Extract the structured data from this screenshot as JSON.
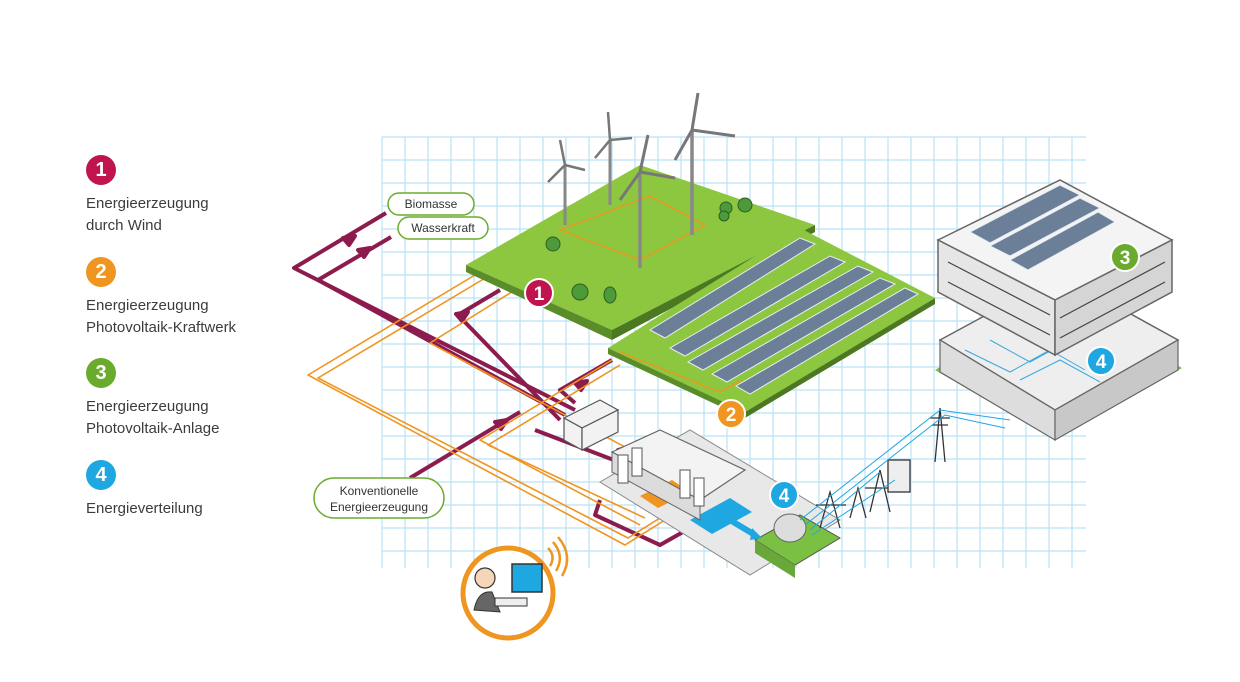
{
  "colors": {
    "wind": "#c0144e",
    "pv_plant": "#f0951f",
    "pv_system": "#6aab2e",
    "distribution": "#1fa7e1",
    "grid": "#b9e3f7",
    "pipe": "#8c1c4d",
    "field": "#8dc63f"
  },
  "legend": [
    {
      "number": "1",
      "line1": "Energieerzeugung",
      "line2": "durch Wind",
      "color": "#c0144e"
    },
    {
      "number": "2",
      "line1": "Energieerzeugung",
      "line2": "Photovoltaik-Kraftwerk",
      "color": "#f0951f"
    },
    {
      "number": "3",
      "line1": "Energieerzeugung",
      "line2": "Photovoltaik-Anlage",
      "color": "#6aab2e"
    },
    {
      "number": "4",
      "line1": "Energieverteilung",
      "line2": "",
      "color": "#1fa7e1"
    }
  ],
  "labels": {
    "biomasse": "Biomasse",
    "wasserkraft": "Wasserkraft",
    "konventionelle_1": "Konventionelle",
    "konventionelle_2": "Energieerzeugung"
  },
  "badges": {
    "wind": "1",
    "pv_plant": "2",
    "pv_system": "3",
    "dist_building": "4",
    "dist_datacenter": "4"
  },
  "icons": [
    "wind-turbine-icon",
    "tree-icon",
    "solar-panel-icon",
    "transmission-tower-icon",
    "operator-workstation-icon",
    "wireless-signal-icon"
  ]
}
